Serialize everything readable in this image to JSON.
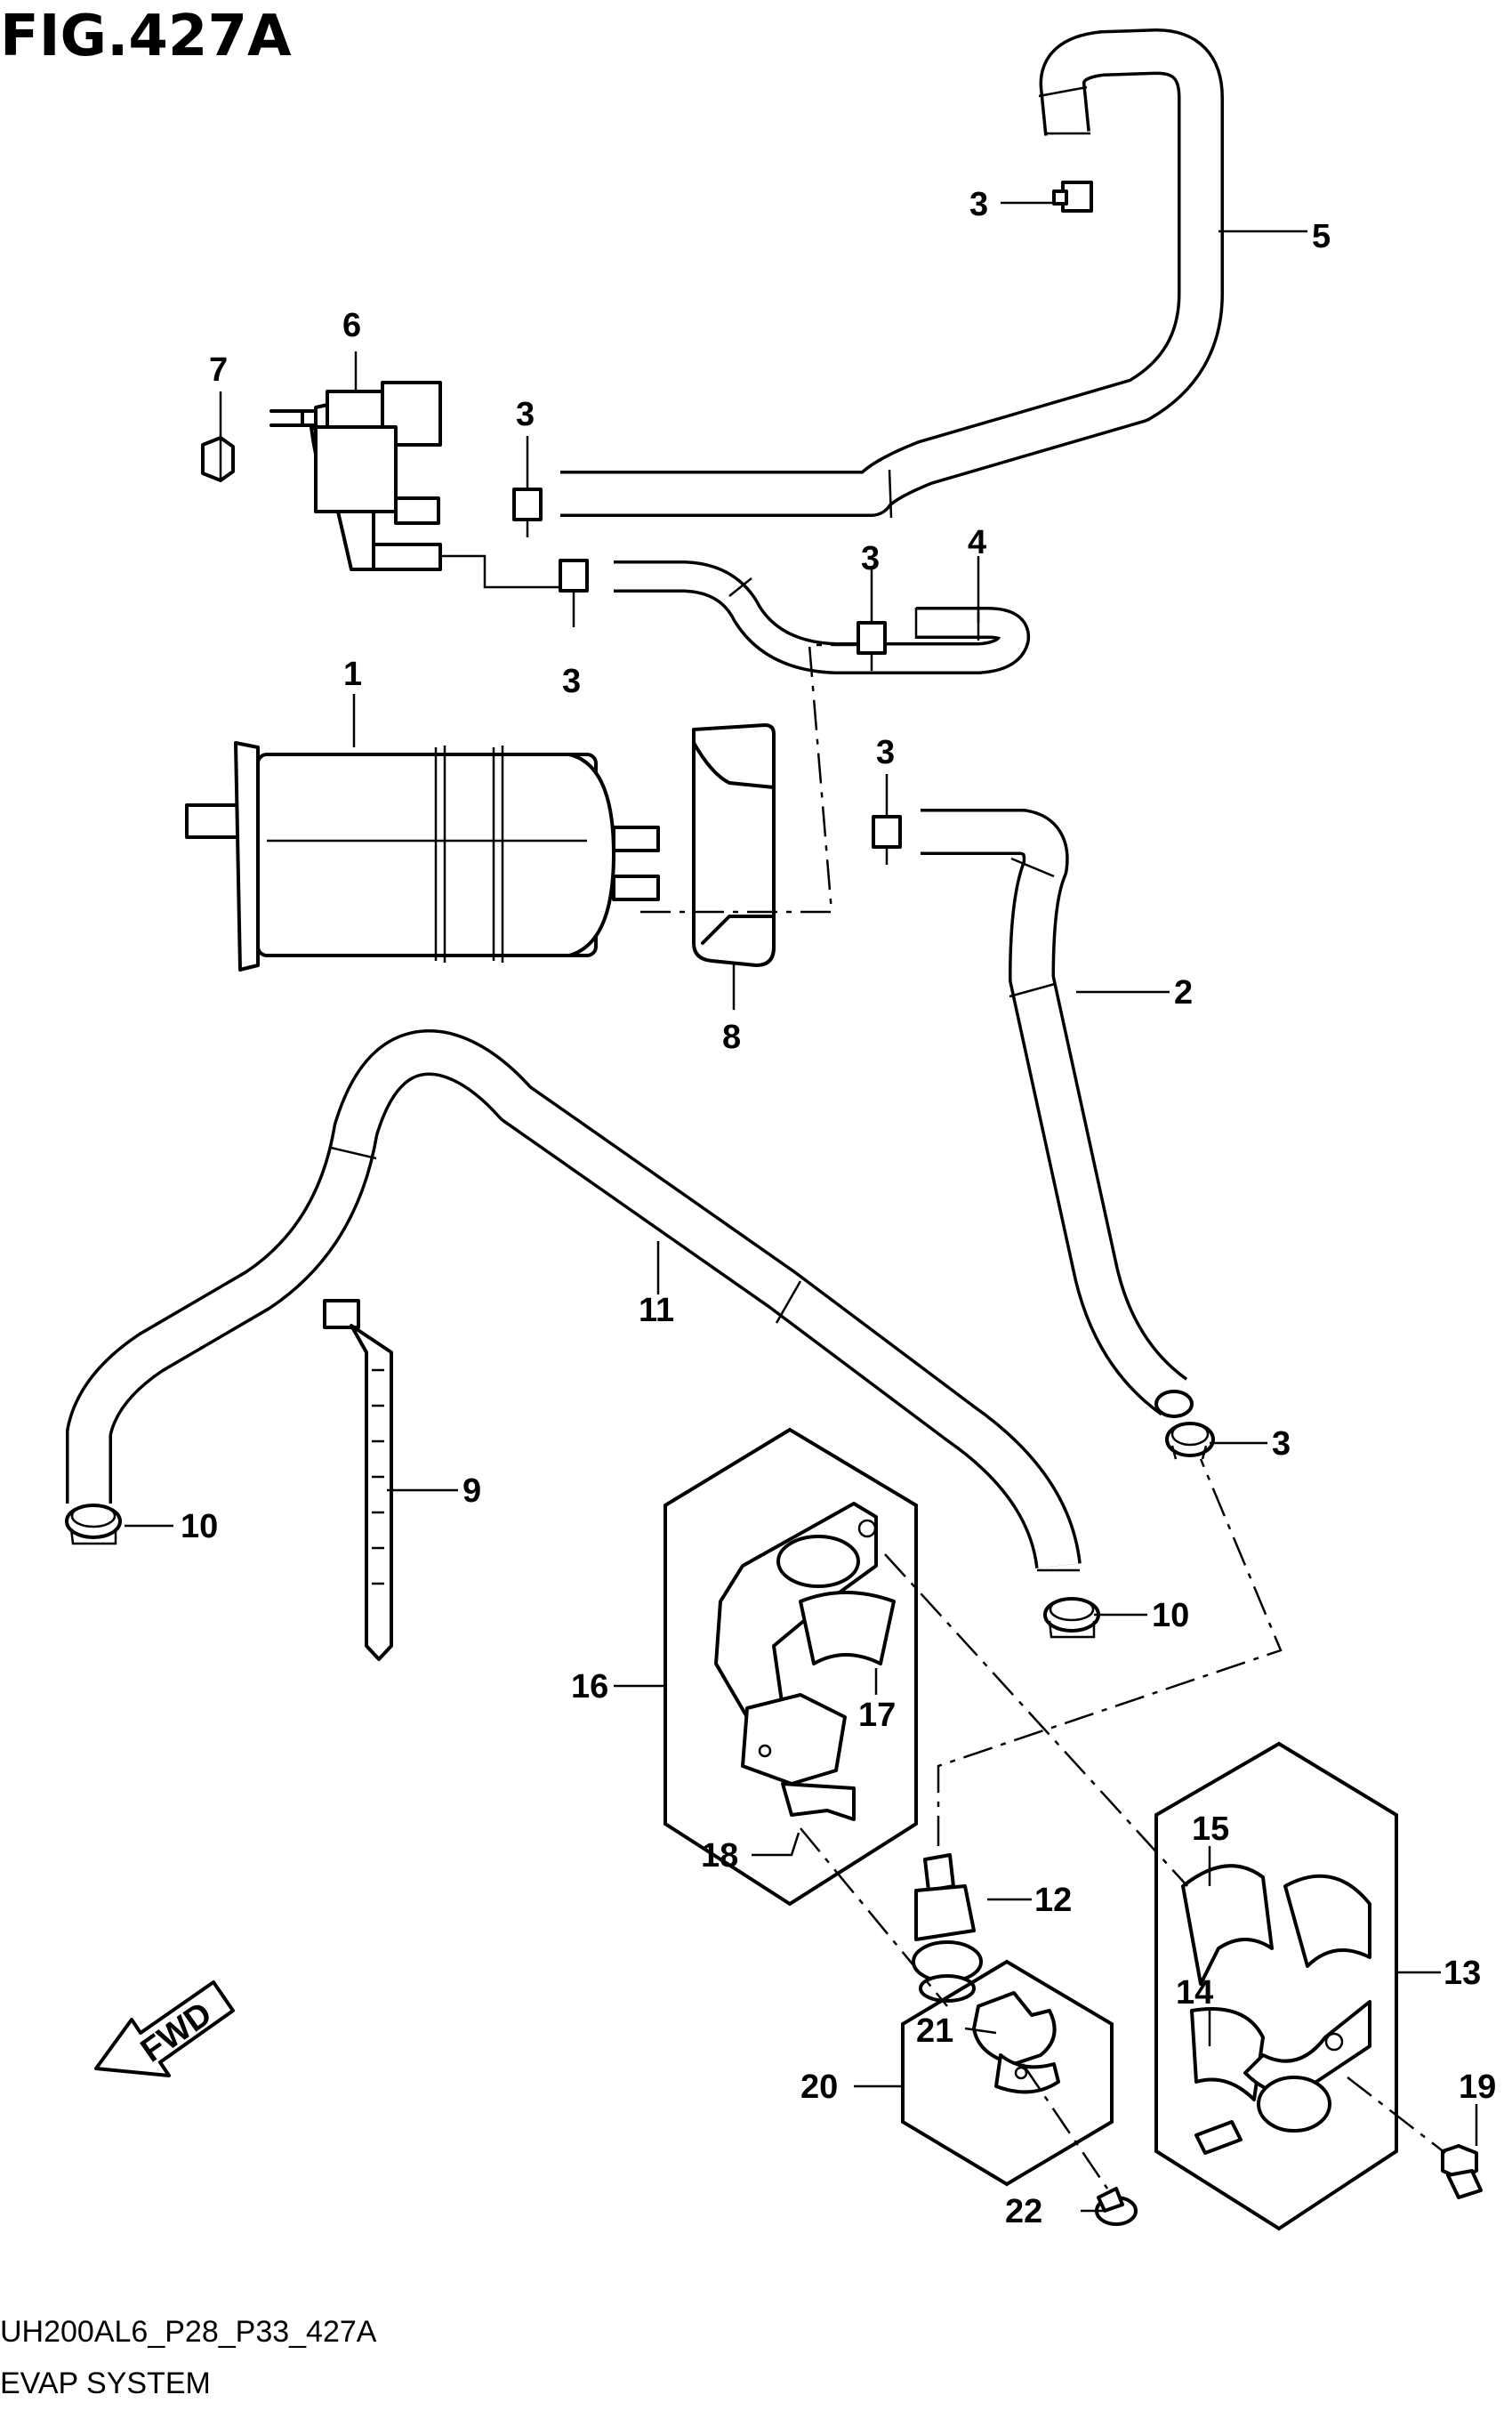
{
  "figure": {
    "title": "FIG.427A"
  },
  "footer": {
    "code": "UH200AL6_P28_P33_427A",
    "name": "EVAP SYSTEM"
  },
  "fwd_label": "FWD",
  "callouts": {
    "c1": "1",
    "c2": "2",
    "c3a": "3",
    "c3b": "3",
    "c3c": "3",
    "c3d": "3",
    "c3e": "3",
    "c3f": "3",
    "c4": "4",
    "c5": "5",
    "c6": "6",
    "c7": "7",
    "c8": "8",
    "c9": "9",
    "c10a": "10",
    "c10b": "10",
    "c11": "11",
    "c12": "12",
    "c13": "13",
    "c14": "14",
    "c15": "15",
    "c16": "16",
    "c17": "17",
    "c18": "18",
    "c19": "19",
    "c20": "20",
    "c21": "21",
    "c22": "22"
  }
}
